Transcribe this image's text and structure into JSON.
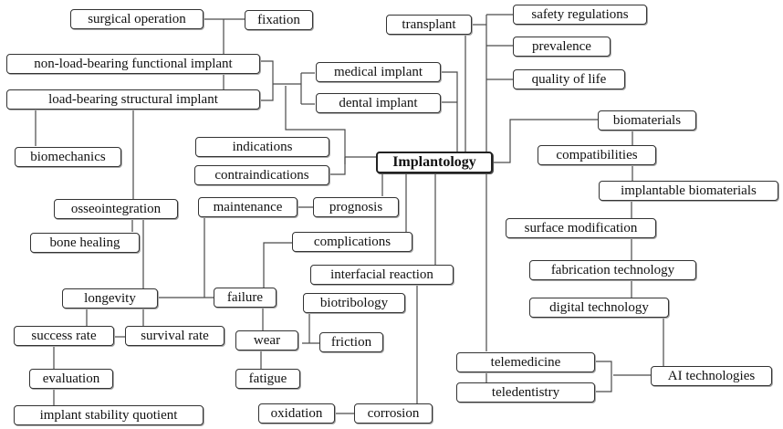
{
  "diagram": {
    "root": "Implantology",
    "nodes": {
      "surgical_operation": "surgical operation",
      "fixation": "fixation",
      "non_load_bearing": "non-load-bearing functional implant",
      "load_bearing": "load-bearing structural implant",
      "medical_implant": "medical implant",
      "dental_implant": "dental implant",
      "transplant": "transplant",
      "safety_regulations": "safety regulations",
      "prevalence": "prevalence",
      "quality_of_life": "quality of life",
      "biomechanics": "biomechanics",
      "indications": "indications",
      "contraindications": "contraindications",
      "implantology": "Implantology",
      "biomaterials": "biomaterials",
      "compatibilities": "compatibilities",
      "implantable_biomaterials": "implantable biomaterials",
      "osseointegration": "osseointegration",
      "maintenance": "maintenance",
      "prognosis": "prognosis",
      "bone_healing": "bone healing",
      "complications": "complications",
      "surface_modification": "surface modification",
      "fabrication_technology": "fabrication technology",
      "interfacial_reaction": "interfacial reaction",
      "longevity": "longevity",
      "failure": "failure",
      "biotribology": "biotribology",
      "digital_technology": "digital technology",
      "success_rate": "success rate",
      "survival_rate": "survival rate",
      "wear": "wear",
      "friction": "friction",
      "telemedicine": "telemedicine",
      "evaluation": "evaluation",
      "fatigue": "fatigue",
      "ai_technologies": "AI technologies",
      "teledentistry": "teledentistry",
      "implant_stability_quotient": "implant stability quotient",
      "oxidation": "oxidation",
      "corrosion": "corrosion"
    },
    "edges": [
      [
        "surgical_operation",
        "fixation"
      ],
      [
        "fixation",
        "non_load_bearing"
      ],
      [
        "non_load_bearing",
        "load_bearing"
      ],
      [
        "non_load_bearing",
        "medical_implant"
      ],
      [
        "load_bearing",
        "dental_implant"
      ],
      [
        "medical_implant",
        "implantology"
      ],
      [
        "dental_implant",
        "implantology"
      ],
      [
        "transplant",
        "implantology"
      ],
      [
        "transplant",
        "safety_regulations"
      ],
      [
        "transplant",
        "prevalence"
      ],
      [
        "transplant",
        "quality_of_life"
      ],
      [
        "load_bearing",
        "biomechanics"
      ],
      [
        "load_bearing",
        "osseointegration"
      ],
      [
        "indications",
        "implantology"
      ],
      [
        "contraindications",
        "implantology"
      ],
      [
        "implantology",
        "biomaterials"
      ],
      [
        "biomaterials",
        "compatibilities"
      ],
      [
        "compatibilities",
        "implantable_biomaterials"
      ],
      [
        "implantable_biomaterials",
        "surface_modification"
      ],
      [
        "surface_modification",
        "fabrication_technology"
      ],
      [
        "fabrication_technology",
        "digital_technology"
      ],
      [
        "digital_technology",
        "ai_technologies"
      ],
      [
        "ai_technologies",
        "telemedicine"
      ],
      [
        "ai_technologies",
        "teledentistry"
      ],
      [
        "implantology",
        "telemedicine"
      ],
      [
        "osseointegration",
        "bone_healing"
      ],
      [
        "osseointegration",
        "longevity"
      ],
      [
        "implantology",
        "prognosis"
      ],
      [
        "prognosis",
        "maintenance"
      ],
      [
        "maintenance",
        "failure"
      ],
      [
        "implantology",
        "complications"
      ],
      [
        "complications",
        "failure"
      ],
      [
        "implantology",
        "interfacial_reaction"
      ],
      [
        "interfacial_reaction",
        "corrosion"
      ],
      [
        "corrosion",
        "oxidation"
      ],
      [
        "longevity",
        "failure"
      ],
      [
        "longevity",
        "success_rate"
      ],
      [
        "longevity",
        "survival_rate"
      ],
      [
        "success_rate",
        "survival_rate"
      ],
      [
        "success_rate",
        "evaluation"
      ],
      [
        "evaluation",
        "implant_stability_quotient"
      ],
      [
        "failure",
        "wear"
      ],
      [
        "wear",
        "fatigue"
      ],
      [
        "wear",
        "friction"
      ],
      [
        "biotribology",
        "friction"
      ]
    ]
  }
}
